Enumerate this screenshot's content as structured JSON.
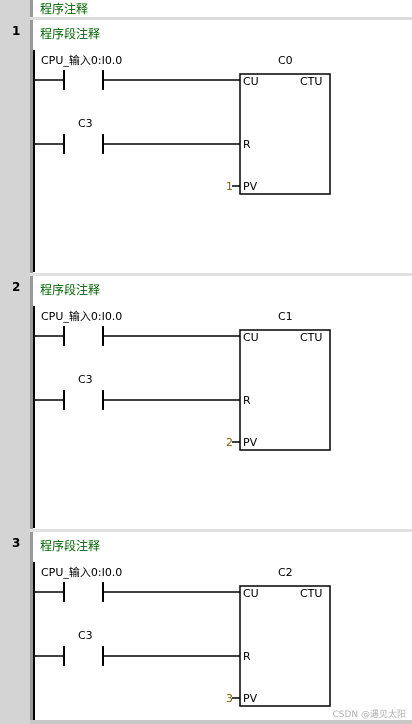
{
  "header": {
    "comment": "程序注释"
  },
  "networks": [
    {
      "number": "1",
      "comment": "程序段注释",
      "contact1": "CPU_输入0:I0.0",
      "contact2": "C3",
      "counter": "C0",
      "block_type": "CTU",
      "pin_cu": "CU",
      "pin_r": "R",
      "pin_pv": "PV",
      "pv_value": "1"
    },
    {
      "number": "2",
      "comment": "程序段注释",
      "contact1": "CPU_输入0:I0.0",
      "contact2": "C3",
      "counter": "C1",
      "block_type": "CTU",
      "pin_cu": "CU",
      "pin_r": "R",
      "pin_pv": "PV",
      "pv_value": "2"
    },
    {
      "number": "3",
      "comment": "程序段注释",
      "contact1": "CPU_输入0:I0.0",
      "contact2": "C3",
      "counter": "C2",
      "block_type": "CTU",
      "pin_cu": "CU",
      "pin_r": "R",
      "pin_pv": "PV",
      "pv_value": "3"
    }
  ],
  "watermark": "CSDN @遇见太阳",
  "colors": {
    "comment": "#006400",
    "pv_value": "#806000",
    "ink": "#000000"
  }
}
